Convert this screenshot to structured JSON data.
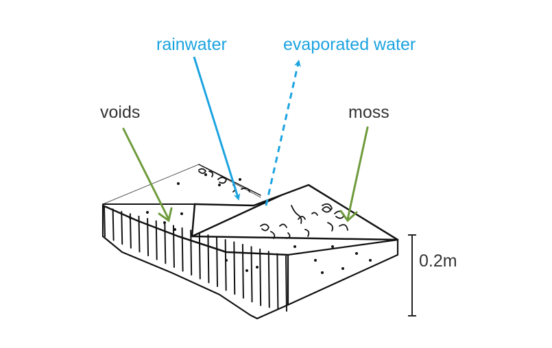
{
  "diagram": {
    "title": "",
    "description": "Sketch of a porous paving block with voids and moss absorbing rainwater and releasing evaporated water",
    "labels": {
      "rainwater": "rainwater",
      "evaporated_water": "evaporated water",
      "voids": "voids",
      "moss": "moss",
      "height": "0.2m"
    },
    "colors": {
      "water": "#1ba3e0",
      "vegetation": "#6e9b3c",
      "text_dark": "#333333",
      "sketch_ink": "#111111",
      "background": "#ffffff"
    },
    "arrows": [
      {
        "id": "rainwater-arrow",
        "style": "solid",
        "direction": "down",
        "color_key": "water"
      },
      {
        "id": "evaporated-water-arrow",
        "style": "dashed",
        "direction": "up",
        "color_key": "water"
      },
      {
        "id": "voids-arrow",
        "style": "solid",
        "direction": "down",
        "color_key": "vegetation"
      },
      {
        "id": "moss-arrow",
        "style": "solid",
        "direction": "down",
        "color_key": "vegetation"
      }
    ],
    "scale_bar": {
      "value": 0.2,
      "unit": "m"
    }
  }
}
